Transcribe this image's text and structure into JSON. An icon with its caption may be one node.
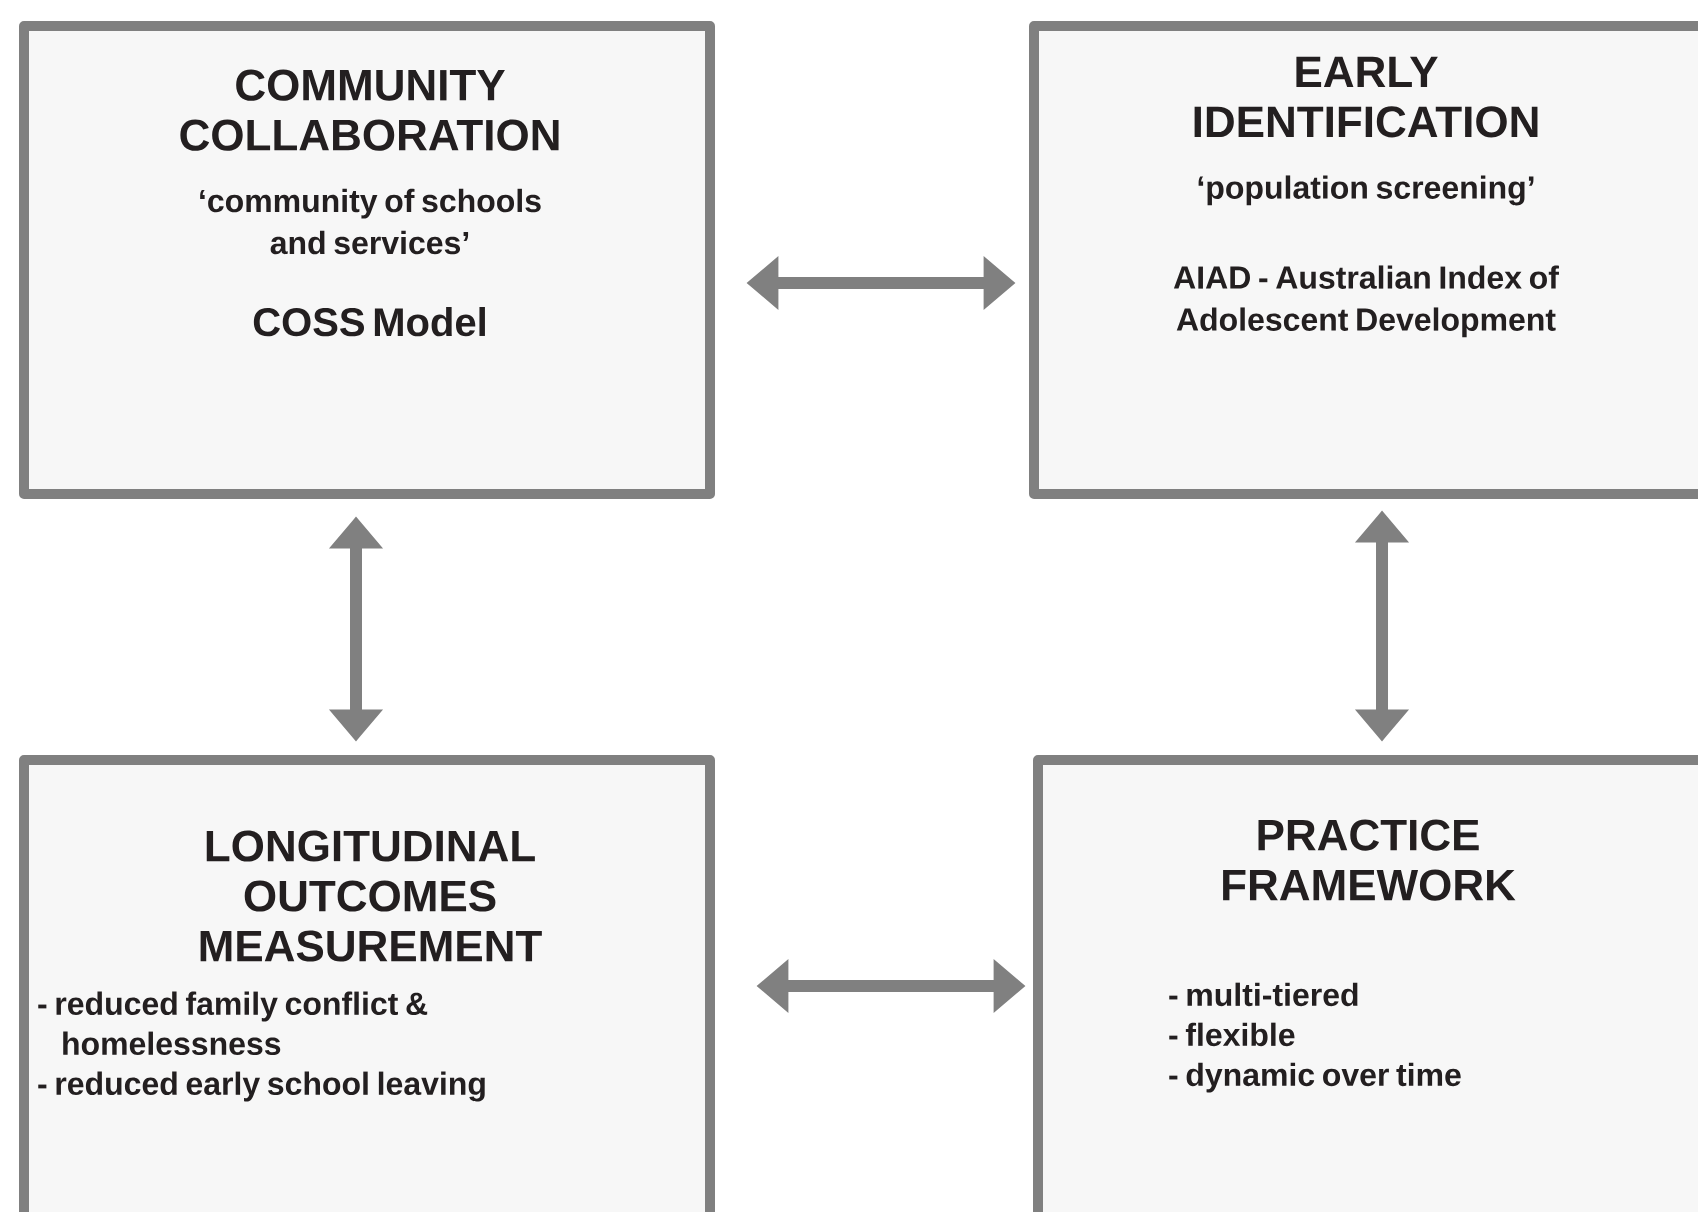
{
  "diagram": {
    "nodes": [
      {
        "text": [
          "COMMUNITY COLLABORATION",
          "‘community of schools and services’",
          "COSS Model"
        ]
      },
      {
        "text": [
          "EARLY IDENTIFICATION",
          "‘population screening’",
          "AIAD - Australian Index of Adolescent Development"
        ]
      },
      {
        "text": [
          "LONGITUDINAL OUTCOMES MEASUREMENT",
          "- reduced family conflict & homelessness",
          "- reduced early school leaving"
        ]
      },
      {
        "text": [
          "PRACTICE FRAMEWORK",
          "- multi-tiered",
          "- flexible",
          "- dynamic over time"
        ]
      }
    ],
    "edges": [
      {
        "from": 0,
        "to": 1,
        "arrow": "both"
      },
      {
        "from": 0,
        "to": 2,
        "arrow": "both"
      },
      {
        "from": 1,
        "to": 3,
        "arrow": "both"
      },
      {
        "from": 2,
        "to": 3,
        "arrow": "both"
      }
    ]
  }
}
